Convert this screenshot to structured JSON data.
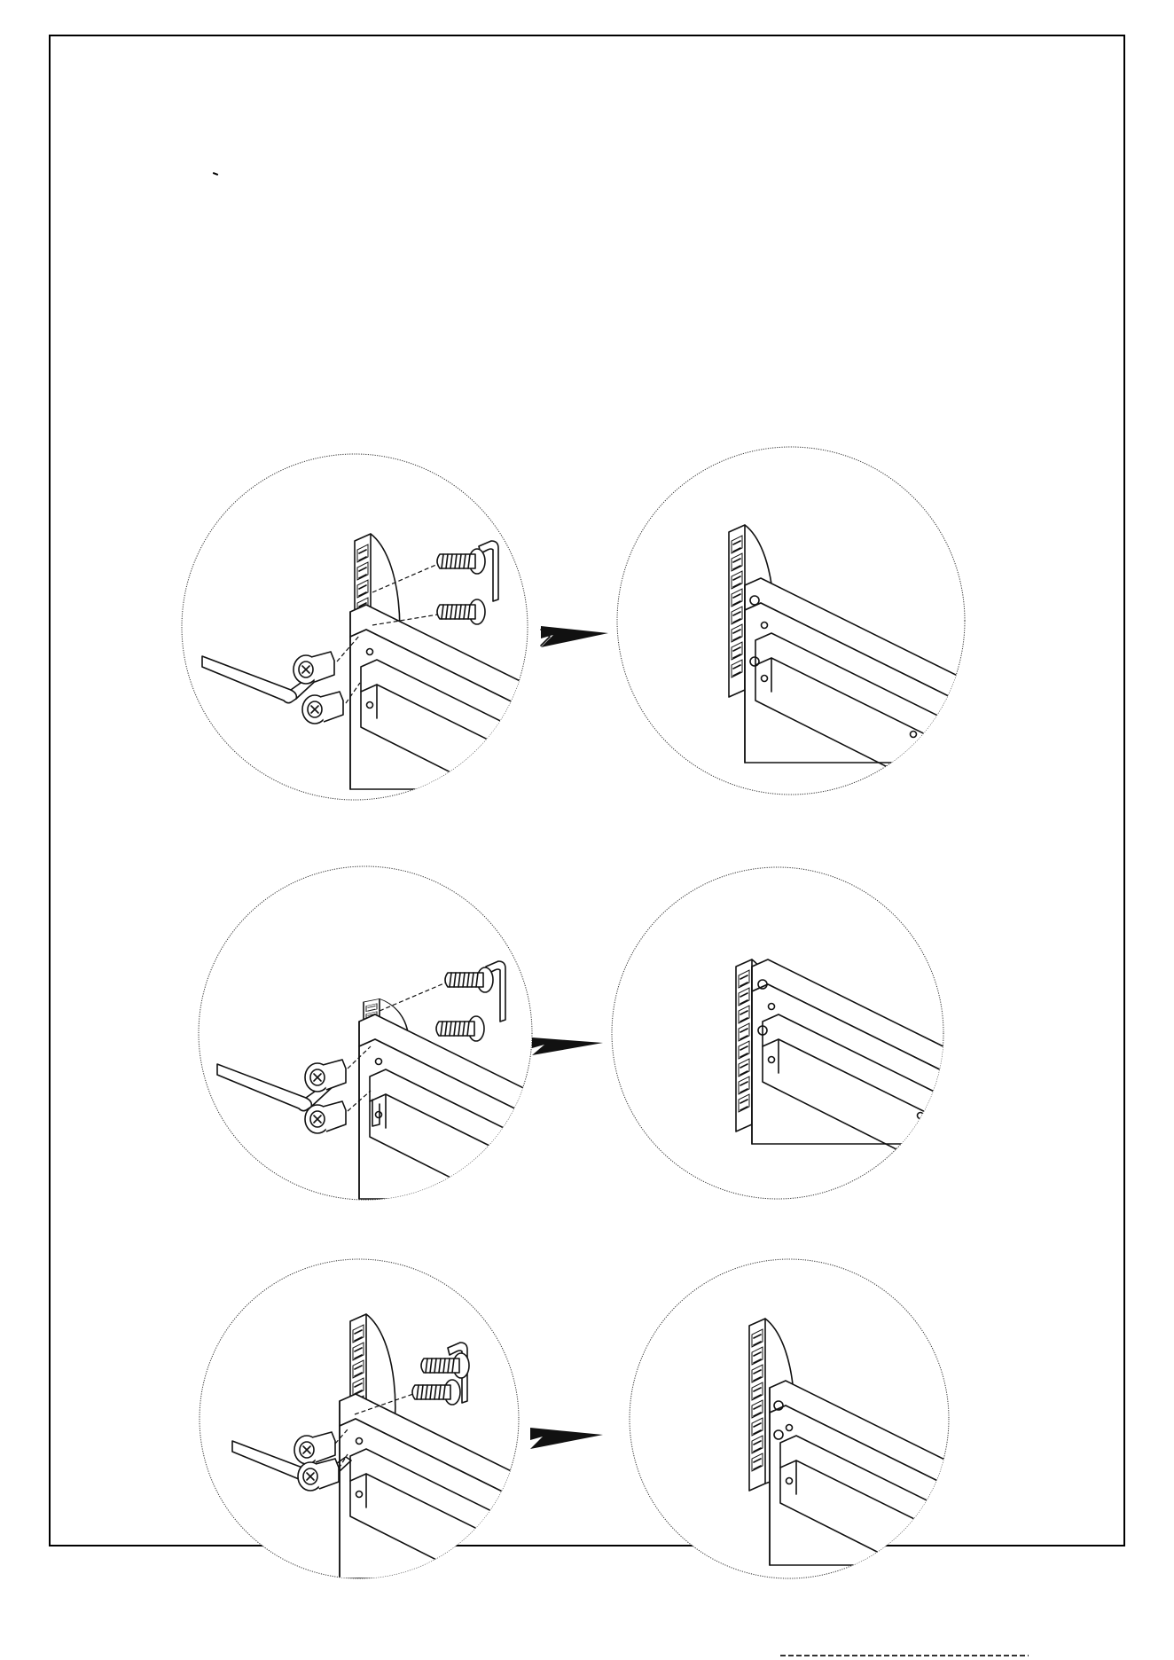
{
  "colors": {
    "ink": "#111111",
    "paper": "#ffffff",
    "frame": "#000000"
  },
  "steps": [
    {
      "id": 1,
      "before": "frame-rail-with-bracket-bolts-and-hex-key",
      "after": "assembled-rail-bracket"
    },
    {
      "id": 2,
      "before": "frame-rail-with-bracket-bolts-and-hex-key",
      "after": "assembled-rail-bracket"
    },
    {
      "id": 3,
      "before": "frame-rail-with-bracket-bolts-and-hex-key",
      "after": "assembled-rail-bracket"
    }
  ],
  "icons": [
    "hex-key-icon",
    "bolt-icon",
    "barrel-nut-icon",
    "arrow-right-icon"
  ]
}
